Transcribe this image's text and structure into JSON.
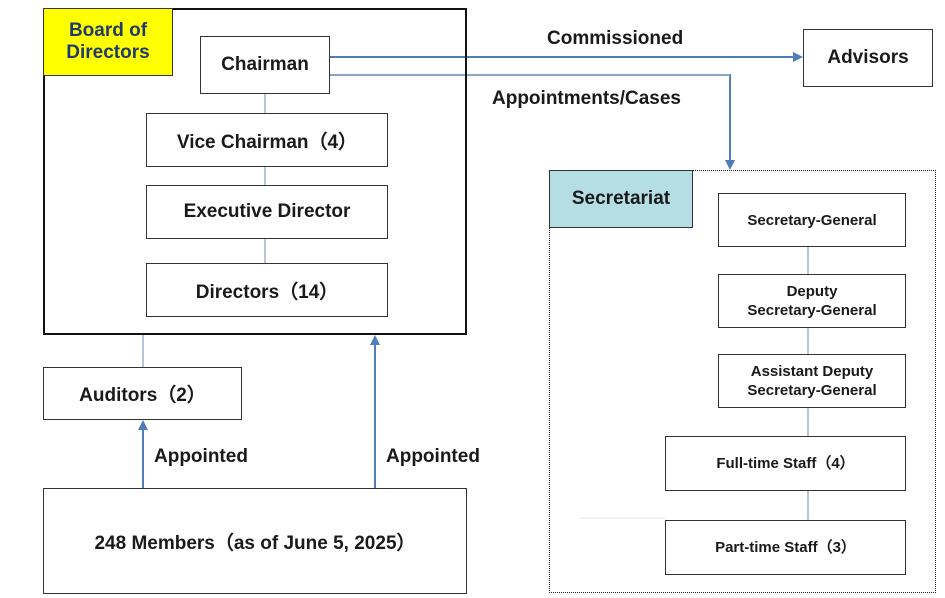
{
  "board": {
    "label": "Board of\nDirectors",
    "chairman": "Chairman",
    "vice_chairman": "Vice Chairman（4）",
    "executive_director": "Executive Director",
    "directors": "Directors（14）"
  },
  "auditors": "Auditors（2）",
  "members": "248 Members（as of June 5, 2025）",
  "advisors": "Advisors",
  "edges": {
    "commissioned": "Commissioned",
    "appointments_cases": "Appointments/Cases",
    "appointed_auditors": "Appointed",
    "appointed_board": "Appointed"
  },
  "secretariat": {
    "label": "Secretariat",
    "secretary_general": "Secretary-General",
    "deputy": "Deputy\nSecretary-General",
    "assistant_deputy": "Assistant Deputy\nSecretary-General",
    "full_time_staff": "Full-time Staff（4）",
    "part_time_staff": "Part-time Staff（3）"
  },
  "colors": {
    "board_tag": "#ffff00",
    "secretariat_tag": "#b4dde4",
    "arrow": "#4f7db8",
    "connector": "#9db3cc"
  }
}
